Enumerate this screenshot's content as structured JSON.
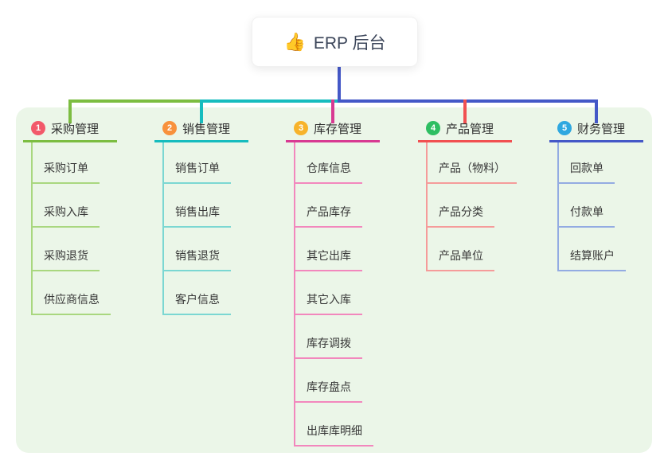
{
  "root": {
    "icon": "👍",
    "title": "ERP 后台"
  },
  "connector": {
    "root_color": "#4458C7"
  },
  "branches": [
    {
      "badge": "1",
      "label": "采购管理",
      "color": "#7CBD41",
      "light": "#A9D77F",
      "badge_color": "#F2596A",
      "children": [
        "采购订单",
        "采购入库",
        "采购退货",
        "供应商信息"
      ]
    },
    {
      "badge": "2",
      "label": "销售管理",
      "color": "#16BCBE",
      "light": "#7BD7D2",
      "badge_color": "#F8913C",
      "children": [
        "销售订单",
        "销售出库",
        "销售退货",
        "客户信息"
      ]
    },
    {
      "badge": "3",
      "label": "库存管理",
      "color": "#D83A92",
      "light": "#F287BD",
      "badge_color": "#F7B32B",
      "children": [
        "仓库信息",
        "产品库存",
        "其它出库",
        "其它入库",
        "库存调拨",
        "库存盘点",
        "出库库明细"
      ]
    },
    {
      "badge": "4",
      "label": "产品管理",
      "color": "#F15051",
      "light": "#F59B9A",
      "badge_color": "#2EBE62",
      "children": [
        "产品（物料）",
        "产品分类",
        "产品单位"
      ]
    },
    {
      "badge": "5",
      "label": "财务管理",
      "color": "#4458C7",
      "light": "#93ABE2",
      "badge_color": "#2FA8E0",
      "children": [
        "回款单",
        "付款单",
        "结算账户"
      ]
    }
  ]
}
